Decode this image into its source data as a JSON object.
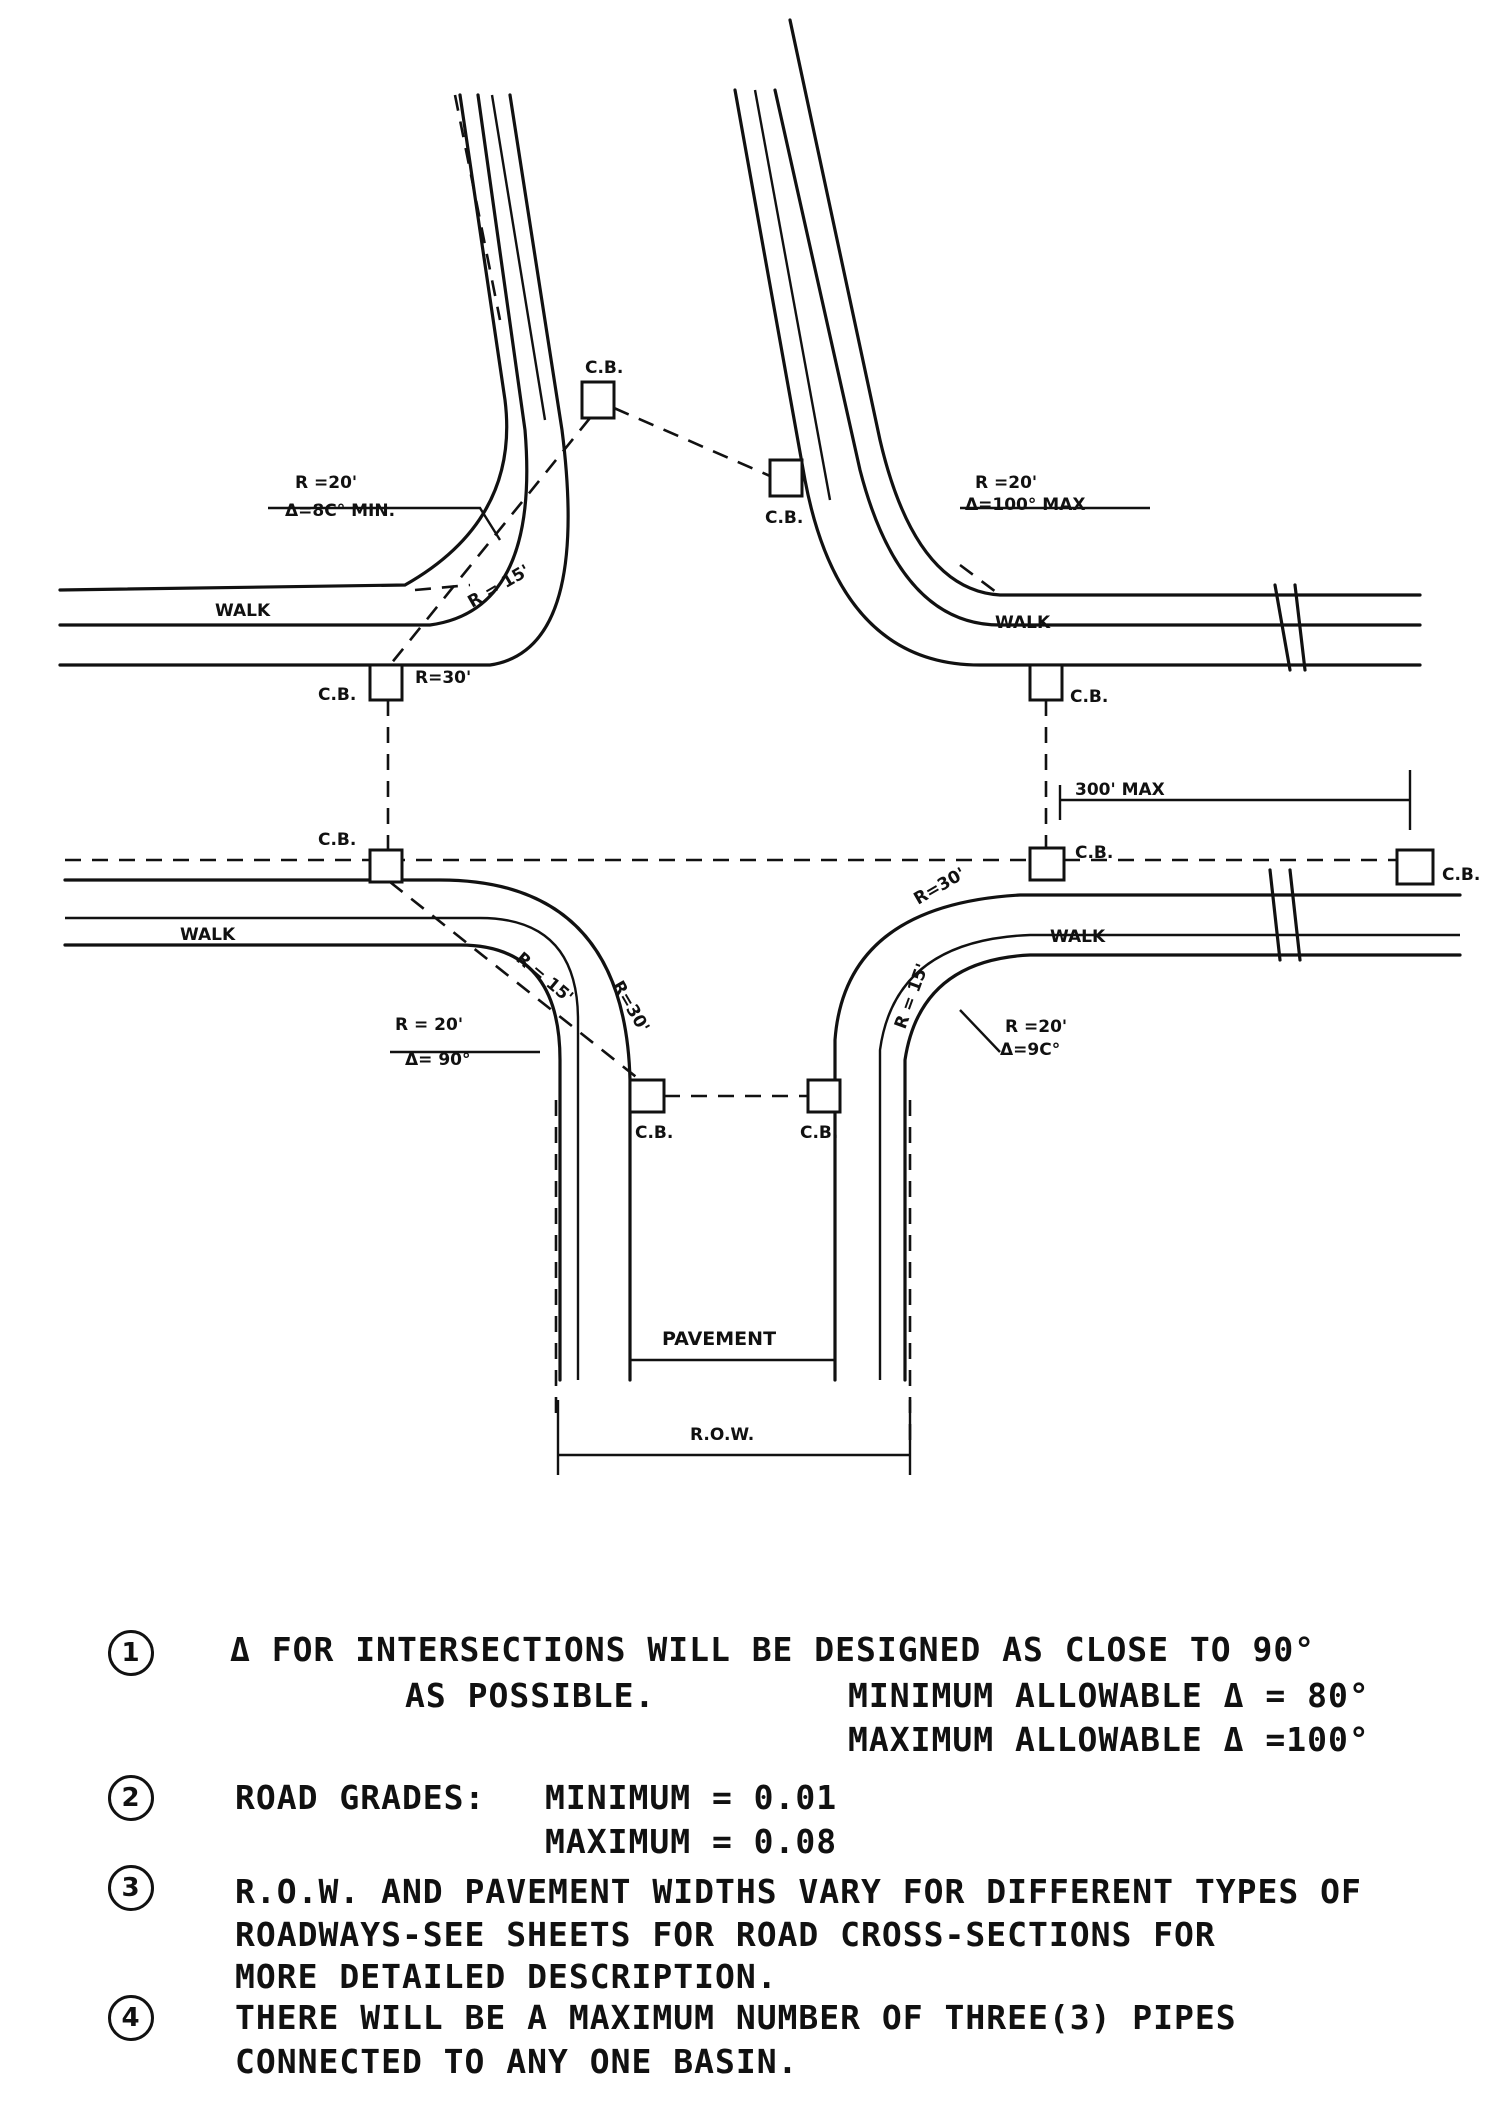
{
  "diagram": {
    "labels": {
      "cb": "C.B.",
      "walk": "WALK",
      "r20_nw": "R =20'",
      "delta_nw": "Δ=8C° MIN.",
      "r15": "R = 15'",
      "r30": "R=30'",
      "r20_ne": "R =20'",
      "delta_ne": "Δ=100° MAX",
      "max300": "300' MAX",
      "r20_sw": "R = 20'",
      "delta_sw": "Δ= 90°",
      "r20_se": "R =20'",
      "delta_se": "Δ=9C°",
      "pavement": "PAVEMENT",
      "row": "R.O.W."
    }
  },
  "notes": [
    {
      "num": "1",
      "lines": [
        "Δ FOR INTERSECTIONS WILL BE DESIGNED AS CLOSE TO 90°",
        "AS POSSIBLE.",
        "MINIMUM ALLOWABLE  Δ = 80°",
        "MAXIMUM ALLOWABLE  Δ =100°"
      ]
    },
    {
      "num": "2",
      "lines": [
        "ROAD GRADES:",
        "MINIMUM = 0.01",
        "MAXIMUM = 0.08"
      ]
    },
    {
      "num": "3",
      "lines": [
        "R.O.W. AND PAVEMENT WIDTHS VARY FOR DIFFERENT TYPES OF",
        "ROADWAYS-SEE SHEETS FOR ROAD CROSS-SECTIONS FOR",
        "MORE DETAILED DESCRIPTION."
      ]
    },
    {
      "num": "4",
      "lines": [
        "THERE WILL BE A MAXIMUM NUMBER OF THREE(3) PIPES",
        "CONNECTED TO ANY ONE BASIN."
      ]
    }
  ]
}
